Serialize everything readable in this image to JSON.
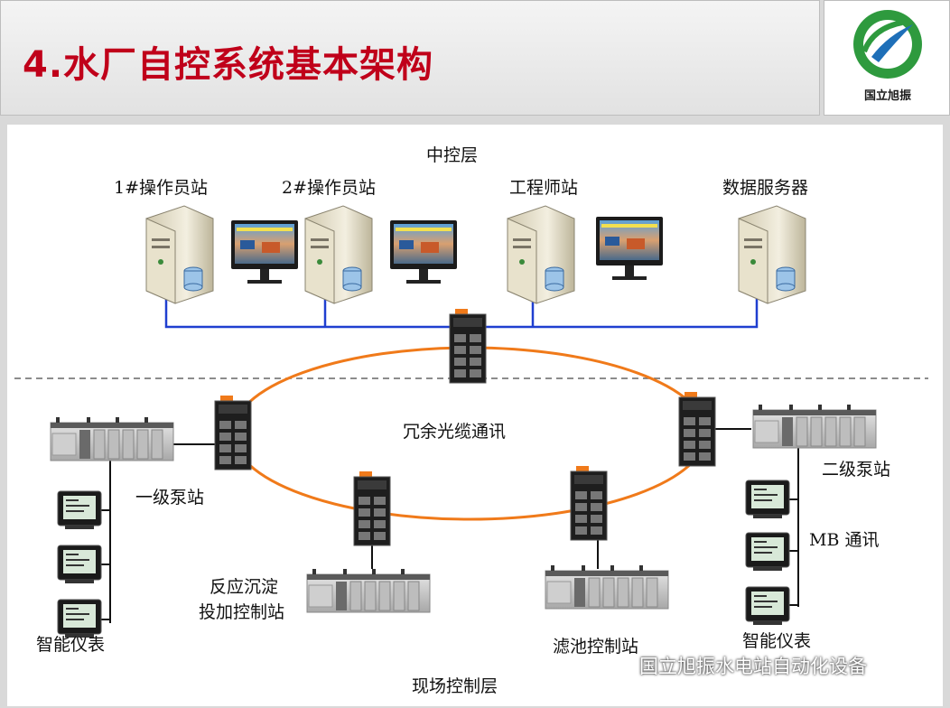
{
  "header": {
    "title": "4.水厂自控系统基本架构"
  },
  "logo": {
    "text": "国立旭振"
  },
  "diagram": {
    "layer_top": "中控层",
    "layer_bottom": "现场控制层",
    "stations": {
      "op1": "1#操作员站",
      "op2": "2#操作员站",
      "engineer": "工程师站",
      "server": "数据服务器"
    },
    "ring_label": "冗余光缆通讯",
    "sites": {
      "pump1": "一级泵站",
      "pump2": "二级泵站",
      "dosing_line1": "反应沉淀",
      "dosing_line2": "投加控制站",
      "filter": "滤池控制站"
    },
    "meters_left": "智能仪表",
    "meters_right": "智能仪表",
    "mb_comm": "MB 通讯"
  },
  "watermark": {
    "text": "国立旭振水电站自动化设备"
  },
  "colors": {
    "title_red": "#c0001a",
    "link_blue": "#1f3fd0",
    "ring_orange": "#f07a1a"
  }
}
